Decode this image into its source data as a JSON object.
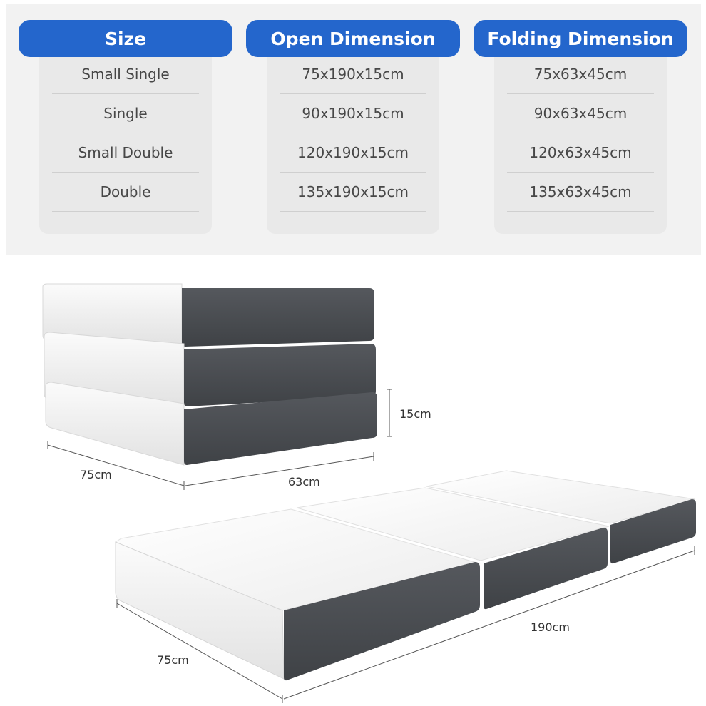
{
  "table": {
    "columns": [
      {
        "header": "Size",
        "rows": [
          "Small Single",
          "Single",
          "Small Double",
          "Double"
        ]
      },
      {
        "header": "Open Dimension",
        "rows": [
          "75x190x15cm",
          "90x190x15cm",
          "120x190x15cm",
          "135x190x15cm"
        ]
      },
      {
        "header": "Folding Dimension",
        "rows": [
          "75x63x45cm",
          "90x63x45cm",
          "120x63x45cm",
          "135x63x45cm"
        ]
      }
    ]
  },
  "folded": {
    "height": "15cm",
    "depth": "75cm",
    "width": "63cm"
  },
  "unfolded": {
    "length": "190cm",
    "depth": "75cm"
  },
  "colors": {
    "header_blue": "#2466cc",
    "mattress_white": "#f4f4f4",
    "mattress_gray": "#4a4d52"
  }
}
